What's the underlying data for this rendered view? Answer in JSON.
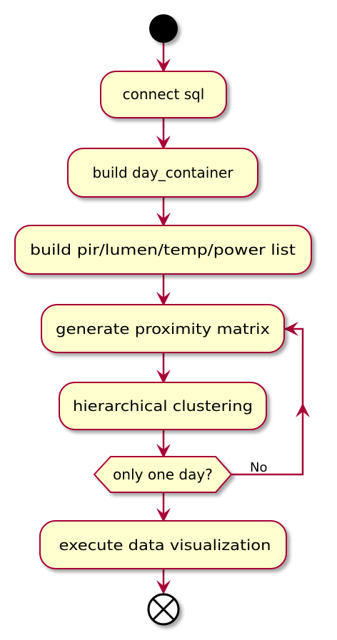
{
  "diagram": {
    "type": "activity-diagram",
    "colors": {
      "node_fill": "#FEFECE",
      "node_stroke": "#A80036",
      "arrow": "#A80036",
      "start": "#000000",
      "text": "#000000"
    },
    "start_node": "start",
    "end_node": "stop",
    "actions": [
      "connect sql",
      "build day_container",
      "build pir/lumen/temp/power list",
      "generate proximity matrix",
      "hierarchical clustering",
      "execute data visualization"
    ],
    "decision": {
      "question": "only one day?",
      "loop_label": "No"
    }
  }
}
